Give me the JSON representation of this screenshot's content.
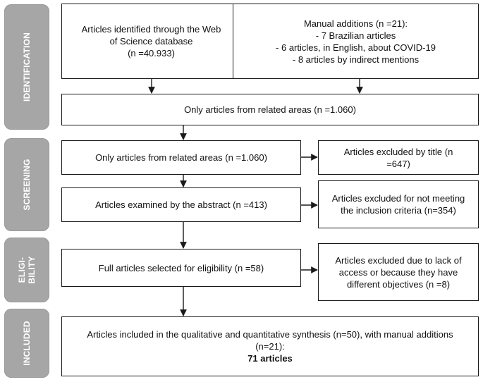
{
  "phases": {
    "identification": "IDENTIFICATION",
    "screening": "SCREENING",
    "eligibility": "ELIGI-\nBILITY",
    "included": "INCLUDED"
  },
  "boxes": {
    "wos": [
      "Articles identified through the Web",
      "of Science database",
      "(n =40.933)"
    ],
    "manual": [
      "Manual additions (n =21):",
      "- 7 Brazilian articles",
      "- 6 articles, in English, about COVID-19",
      "- 8 articles by indirect mentions"
    ],
    "related_areas_1": [
      "Only articles from related areas (n =1.060)"
    ],
    "related_areas_2": [
      "Only articles from related areas (n =1.060)"
    ],
    "excluded_title": [
      "Articles excluded by title (n",
      "=647)"
    ],
    "abstract": [
      "Articles examined by the abstract (n =413)"
    ],
    "excluded_criteria": [
      "Articles excluded for not meeting",
      "the inclusion criteria (n=354)"
    ],
    "eligibility": [
      "Full articles selected for eligibility (n =58)"
    ],
    "excluded_access": [
      "Articles excluded due to lack of",
      "access or because they have",
      "different objectives (n =8)"
    ],
    "included": [
      "Articles included in the qualitative and quantitative synthesis (n=50), with manual additions",
      "(n=21):"
    ],
    "included_total": "71 articles"
  },
  "colors": {
    "phase": "#a6a6a6",
    "border": "#1a1a1a",
    "arrow": "#1a1a1a"
  }
}
